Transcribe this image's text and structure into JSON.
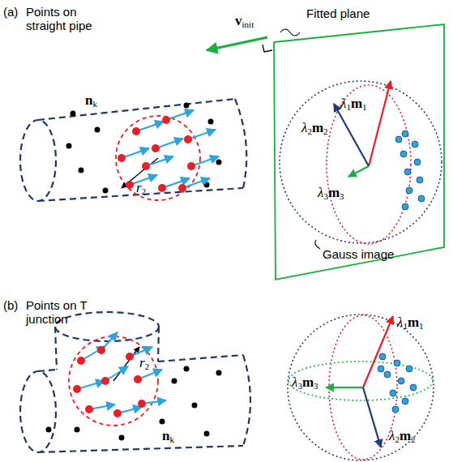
{
  "diagram": {
    "labels": [
      "(a)",
      "Points on straight pipe",
      "Fitted plane",
      "vinit",
      "nk",
      "r2",
      "λ1m1",
      "λ2m2",
      "λ3m3",
      "Gauss image",
      "(b)",
      "Points on T junction",
      "r2",
      "nk",
      "λ1m1",
      "λ3m3",
      "λ2m2"
    ]
  }
}
